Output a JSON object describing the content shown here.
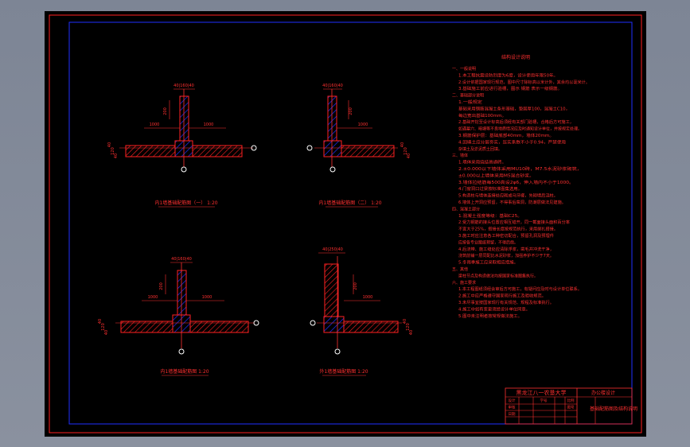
{
  "colors": {
    "background": "#000000",
    "frame_outer": "#ff2020",
    "frame_inner": "#2030ff",
    "wall": "#ff2020",
    "hatch": "#2030ff",
    "dimension": "#ff3030",
    "text": "#ff3030",
    "highlight": "#20ff20",
    "viewport": "#808897"
  },
  "details": [
    {
      "id": "detail-1",
      "dims_top": "40|160|40",
      "dim_left": "1000",
      "dim_right": "1000",
      "dim_v1": "200",
      "dim_side_1": "40",
      "dim_side_2": "120",
      "dim_side_3": "40",
      "caption": "内1墙基础配筋图（一） 1:20"
    },
    {
      "id": "detail-2",
      "dims_top": "40|160|40",
      "dim_left": "",
      "dim_right": "1000",
      "dim_v1": "200",
      "dim_side_1": "40",
      "dim_side_2": "120",
      "dim_side_3": "40",
      "caption": "内1墙基础配筋图（二） 1:20"
    },
    {
      "id": "detail-3",
      "dims_top": "40|160|40",
      "dim_left": "1000",
      "dim_right": "1000",
      "dim_v1": "200",
      "dim_side_1": "40",
      "dim_side_2": "120",
      "dim_side_3": "40",
      "caption": "内1墙基础配筋图 1:20"
    },
    {
      "id": "detail-4",
      "dims_top": "40|250|40",
      "dim_left": "",
      "dim_right": "1000",
      "dim_v1": "200",
      "dim_side_1": "40",
      "dim_side_2": "120",
      "dim_side_3": "40",
      "caption": "外1墙基础配筋图 1:20"
    }
  ],
  "notes": {
    "title": "结构设计说明",
    "lines": [
      "一、一般说明",
      "1.本工程抗震设防烈度为6度，设计使用年限50年。",
      "2.设计依据国家现行规范，图中尺寸除标高以米计外，其余均以毫米计。",
      "3.基础施工前应进行验槽，图示 钢筋 表示一级钢筋。",
      "二、基础部分说明",
      "1.一般规定",
      "基础采用钢筋混凝土条形基础，垫层厚100，混凝土C10，",
      "每边宽出基础100mm。",
      "2.基础开挖至设计标高后须经有关部门验槽，合格后方可施工，",
      "如遇墓穴、暗塘等不良地质情况应及时通知设计单位，并按规定处理。",
      "3.钢筋保护层：基础底部40mm，墙体20mm。",
      "4.回填土应分层夯实，压实系数不小于0.94，严禁使用",
      "杂填土及淤泥质土回填。",
      "三、墙体",
      "1.墙体采用烧结普通砖。",
      "2.±0.000以下墙体采用MU10砖，M7.5水泥砂浆砌筑，",
      "±0.000以上墙体采用M5混合砂浆。",
      "3.墙体拉结筋每500高设2φ6，伸入墙内不小于1000。",
      "4.门窗洞口过梁按标准图集选用。",
      "5.构造柱与墙体连接处应砌成马牙槎，先砌墙后浇柱。",
      "6.墙体上开洞应预留，不得事后凿洞，防潮层做法见建施。",
      "四、混凝土部分",
      "1.混凝土强度等级：基础C25。",
      "2.受力钢筋的接头位置应相互错开，同一截面接头面积百分率",
      "不宜大于25%，搭接长度按规范执行，采用绑扎搭接。",
      "3.施工时应注意各工种密切配合，预留孔洞及预埋件",
      "应按各专业图纸预留，不得后凿。",
      "4.后浇带、施工缝处应清除浮浆，凿毛并冲洗干净，",
      "浇筑前铺一层同配比水泥砂浆，加强养护不少于7天。",
      "5.冬雨季施工应采取相应措施。",
      "五、其他",
      "梁柱节点及构造做法均按国家标准图集执行。",
      "六、施工要求",
      "1.本工程图纸须经会审后方可施工，有疑问应及时与设计单位联系。",
      "2.施工中应严格遵守国家现行施工及验收规范。",
      "3.未尽事宜按国家现行有关规范、规程及标准执行。",
      "4.施工中如有变更须经设计单位同意。",
      "5.图中未注明者按常规做法施工。"
    ]
  },
  "title_block": {
    "school": "黑龙江八一农垦大学",
    "project": "办公楼设计",
    "drawing_title": "基础配筋图及结构说明",
    "rows": [
      [
        "设计",
        "",
        "学号",
        "",
        "比例",
        ""
      ],
      [
        "审核",
        "",
        "",
        "",
        "图号",
        ""
      ],
      [
        "日期",
        "",
        "",
        "",
        "",
        ""
      ]
    ]
  }
}
